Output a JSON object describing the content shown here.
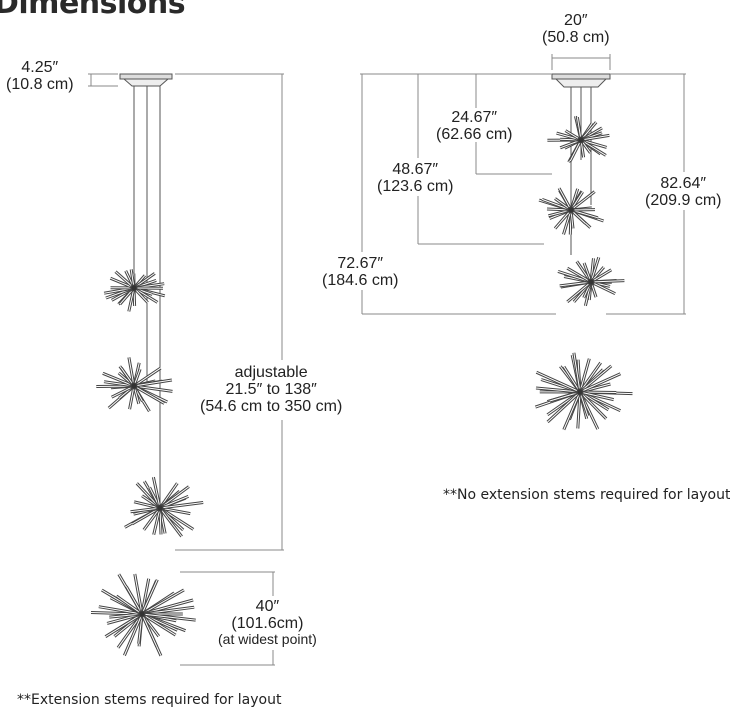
{
  "title": "Dimensions",
  "left_view": {
    "canopy_height": {
      "in": "4.25″",
      "cm": "(10.8 cm)"
    },
    "adjustable": {
      "line1": "adjustable",
      "line2": "21.5″ to 138″",
      "line3": "(54.6 cm to 350 cm)"
    },
    "width": {
      "in": "40″",
      "cm": "(101.6cm)",
      "note": "(at widest point)"
    },
    "footnote": "**Extension stems required for layout"
  },
  "right_view": {
    "canopy_width": {
      "in": "20″",
      "cm": "(50.8 cm)"
    },
    "drop_1": {
      "in": "24.67″",
      "cm": "(62.66 cm)"
    },
    "drop_2": {
      "in": "48.67″",
      "cm": "(123.6 cm)"
    },
    "drop_3": {
      "in": "72.67″",
      "cm": "(184.6 cm)"
    },
    "overall": {
      "in": "82.64″",
      "cm": "(209.9 cm)"
    },
    "footnote": "**No extension stems required for layout"
  },
  "colors": {
    "line": "#555555",
    "dim_line": "#888888",
    "fixture": "#444444"
  }
}
